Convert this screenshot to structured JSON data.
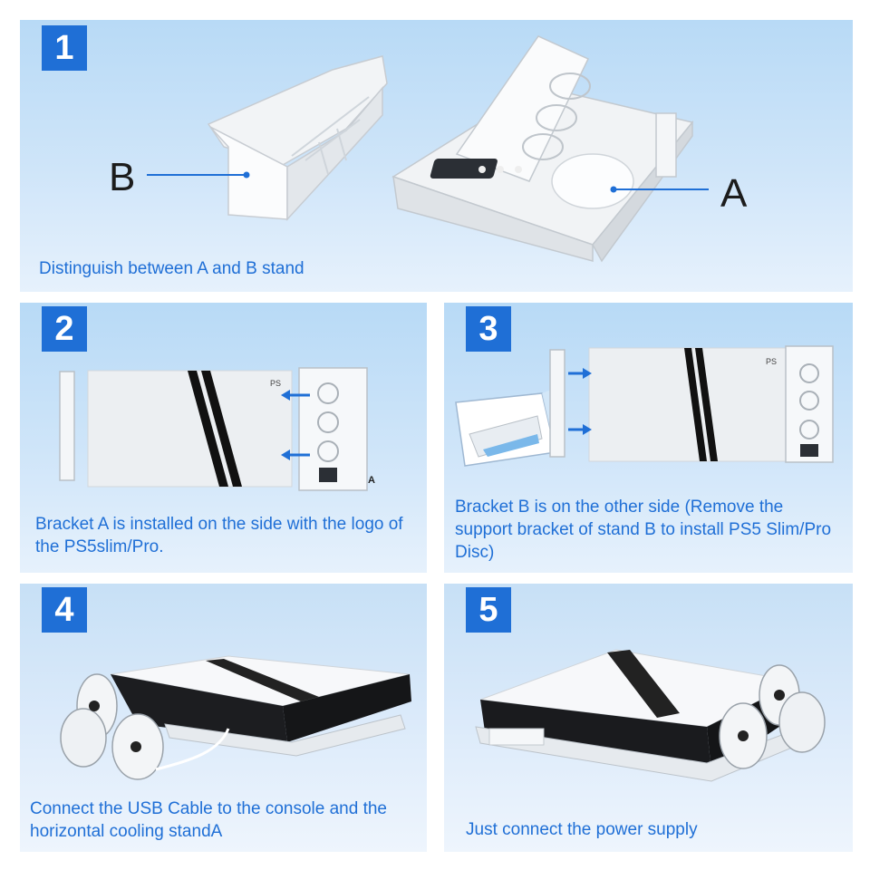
{
  "steps": [
    {
      "number": "1",
      "caption": "Distinguish between A and B stand",
      "label_a": "A",
      "label_b": "B"
    },
    {
      "number": "2",
      "caption": "Bracket A is installed on the side with the logo of the PS5slim/Pro.",
      "label_a": "A"
    },
    {
      "number": "3",
      "caption": "Bracket B is on the other side (Remove the support bracket of stand B to install PS5 Slim/Pro Disc)"
    },
    {
      "number": "4",
      "caption": "Connect the USB Cable to the console and the horizontal cooling standA"
    },
    {
      "number": "5",
      "caption": "Just connect the power supply"
    }
  ],
  "colors": {
    "accent": "#1f6fd6",
    "panel_bg": "#cfe5f9"
  }
}
